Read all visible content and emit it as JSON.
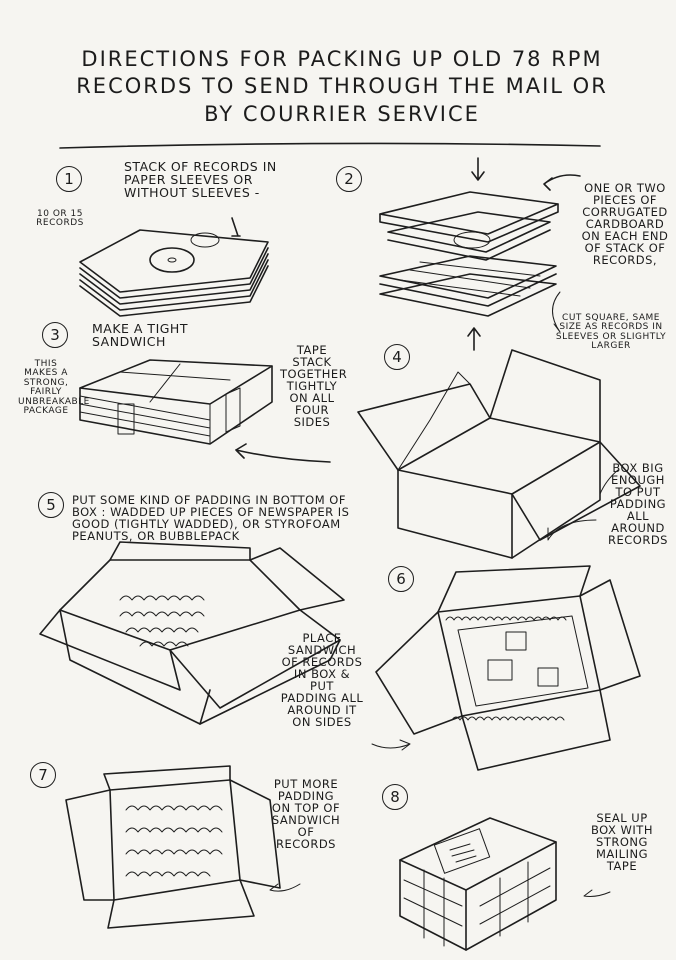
{
  "title": "Directions for packing up old 78 rpm records to send through the mail or by courrier service",
  "steps": [
    {
      "number": "1",
      "text": "Stack of records in paper sleeves or without sleeves -",
      "side_note": "10 or 15 records"
    },
    {
      "number": "2",
      "text": "One or two pieces of corrugated cardboard on each end of stack of records,",
      "side_note": "cut square, same size as records in sleeves or slightly larger"
    },
    {
      "number": "3",
      "text": "Make a tight sandwich",
      "side_note": "This makes a strong, fairly unbreakable package",
      "side_note_2": "Tape stack together tightly on all four sides"
    },
    {
      "number": "4",
      "text": "Box big enough to put padding all around records"
    },
    {
      "number": "5",
      "text": "Put some kind of padding in bottom of box : wadded up pieces of newspaper is good (tightly wadded), or styrofoam peanuts, or bubblepack"
    },
    {
      "number": "6",
      "text": "Place sandwich of records in box & put padding all around it on sides"
    },
    {
      "number": "7",
      "text": "Put more padding on top of sandwich of records"
    },
    {
      "number": "8",
      "text": "Seal up box with strong mailing tape"
    }
  ]
}
